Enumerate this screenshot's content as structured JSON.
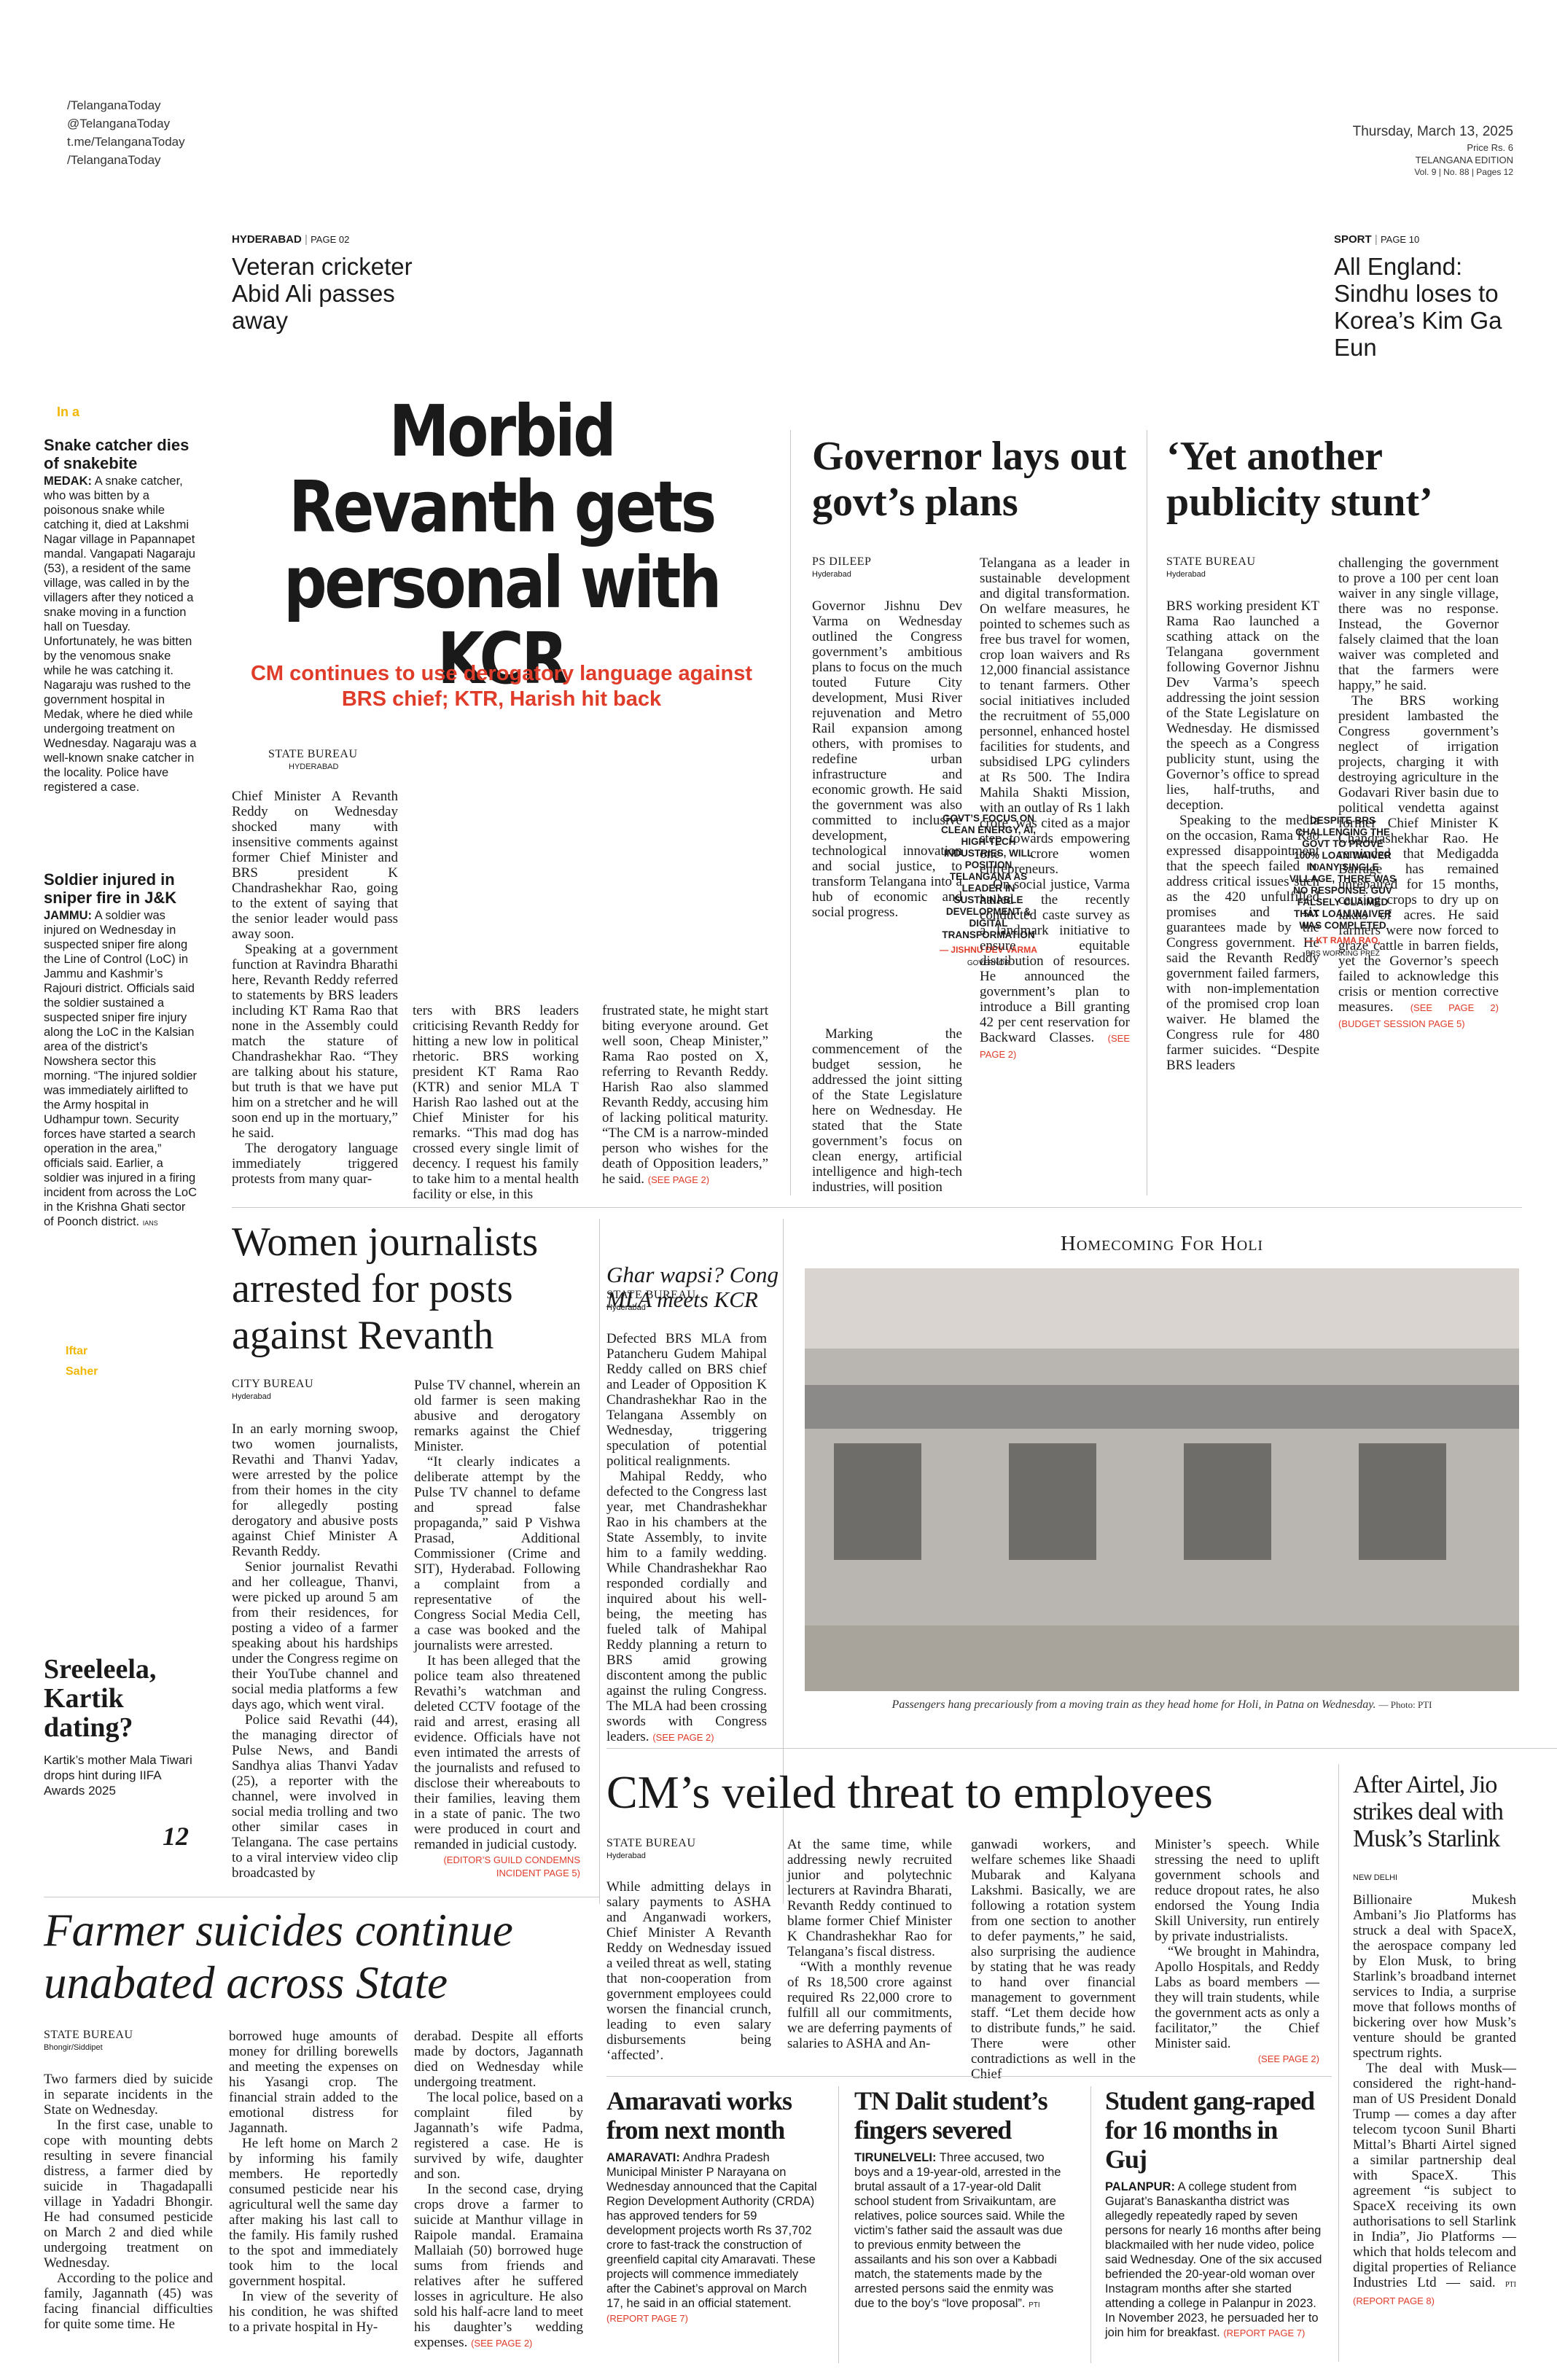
{
  "masthead": {
    "social": [
      "/TelanganaToday",
      "@TelanganaToday",
      "t.me/TelanganaToday",
      "/TelanganaToday"
    ],
    "date": "Thursday, March 13, 2025",
    "price": "Price Rs. 6",
    "edition": "TELANGANA EDITION",
    "volume": "Vol. 9 | No. 88 | Pages 12"
  },
  "teasers": {
    "left": {
      "section": "HYDERABAD",
      "page": "PAGE 02",
      "text": "Veteran cricketer Abid Ali passes away"
    },
    "right": {
      "section": "SPORT",
      "page": "PAGE 10",
      "text": "All England: Sindhu loses to Korea’s Kim Ga Eun"
    }
  },
  "sidebar": {
    "in_a": "In a",
    "items": [
      {
        "headline": "Snake catcher dies of snakebite",
        "dateline": "MEDAK:",
        "text": "A snake catcher, who was bitten by a poisonous snake while catching it, died at Lakshmi Nagar village in Papannapet mandal. Vangapati Nagaraju (53), a resident of the same village, was called in by the villagers after they noticed a snake moving in a function hall on Tuesday. Unfortunately, he was bitten by the venomous snake while he was catching it. Nagaraju was rushed to the government hospital in Medak, where he died while undergoing treatment on Wednesday. Nagaraju was a well-known snake catcher in the locality. Police have registered a case."
      },
      {
        "headline": "Soldier injured in sniper fire in J&K",
        "dateline": "JAMMU:",
        "text": "A soldier was injured on Wednesday in suspected sniper fire along the Line of Control (LoC) in Jammu and Kashmir’s Rajouri district. Officials said the soldier sustained a suspected sniper fire injury along the LoC in the Kalsian area of the district’s Nowshera sector this morning. “The injured soldier was immediately airlifted to the Army hospital in Udhampur town. Security forces have started a search operation in the area,” officials said. Earlier, a soldier was injured in a firing incident from across the LoC in the Krishna Ghati sector of Poonch district.",
        "credit": "IANS"
      }
    ],
    "iftar": [
      "Iftar",
      "Saher"
    ],
    "promo": {
      "headline": "Sreeleela, Kartik dating?",
      "text": "Kartik’s mother Mala Tiwari drops hint during IIFA Awards 2025",
      "page": "12"
    }
  },
  "lead": {
    "headline": "Morbid Revanth gets personal with KCR",
    "subhead": "CM continues to use derogatory language against BRS chief; KTR, Harish hit back",
    "byline": "STATE BUREAU",
    "place": "HYDERABAD",
    "col1": [
      "Chief Minister A Revanth Reddy on Wednesday shocked many with insensitive comments against former Chief Minister and BRS president K Chandrashekhar Rao, going to the extent of saying that the senior leader would pass away soon.",
      "Speaking at a government function at Ravindra Bharathi here, Revanth Reddy referred to statements by BRS leaders including KT Rama Rao that none in the Assembly could match the stature of Chandrashekhar Rao. “They are talking about his stature, but truth is that we have put him on a stretcher and he will soon end up in the mortuary,” he said.",
      "The derogatory language immediately triggered protests from many quar-"
    ],
    "col2": [
      "ters with BRS leaders criticising Revanth Reddy for hitting a new low in political rhetoric. BRS working president KT Rama Rao (KTR) and senior MLA T Harish Rao lashed out at the Chief Minister for his remarks. “This mad dog has crossed every single limit of decency. I request his family to take him to a mental health facility or else, in this"
    ],
    "col3": [
      "frustrated state, he might start biting everyone around. Get well soon, Cheap Minister,” Rama Rao posted on X, referring to Revanth Reddy. Harish Rao also slammed Revanth Reddy, accusing him of lacking political maturity. “The CM is a narrow-minded person who wishes for the death of Opposition leaders,” he said."
    ],
    "see": "(SEE PAGE 2)"
  },
  "governor": {
    "headline": "Governor lays out govt’s plans",
    "byline": "PS DILEEP",
    "place": "Hyderabad",
    "col1a": [
      "Governor Jishnu Dev Varma on Wednesday outlined the Congress government’s ambitious plans to focus on the much touted Future City development, Musi River rejuvenation and Metro Rail expansion among others, with promises to redefine urban infrastructure and economic growth. He said the government was also committed to inclusive development, technological innovation and social justice, to transform Telangana into a hub of economic and social progress."
    ],
    "col1b": [
      "Marking the commencement of the budget session, he addressed the joint sitting of the State Legislature here on Wednesday. He stated that the State government’s focus on clean energy, artificial intelligence and high-tech industries, will position"
    ],
    "pullquote": "GOVT’S FOCUS ON CLEAN ENERGY, AI, HIGH-TECH INDUSTRIES, WILL POSITION TELANGANA AS LEADER IN SUSTAINABLE DEVELOPMENT & DIGITAL TRANSFORMATION",
    "pq_name": "— JISHNU DEV VARMA",
    "pq_title": "GOVERNOR",
    "col2": [
      "Telangana as a leader in sustainable development and digital transformation. On welfare measures, he pointed to schemes such as free bus travel for women, crop loan waivers and Rs 12,000 financial assistance to tenant farmers. Other social initiatives included the recruitment of 55,000 personnel, enhanced hostel facilities for students, and subsidised LPG cylinders at Rs 500. The Indira Mahila Shakti Mission, with an outlay of Rs 1 lakh crore, was cited as a major step towards empowering one crore women entrepreneurs.",
      "On social justice, Varma hailed the recently conducted caste survey as a landmark initiative to ensure equitable distribution of resources. He announced the government’s plan to introduce a Bill granting 42 per cent reservation for Backward Classes."
    ],
    "see": "(SEE PAGE 2)"
  },
  "publicity": {
    "headline": "‘Yet another publicity stunt’",
    "byline": "STATE BUREAU",
    "place": "Hyderabad",
    "col1": [
      "BRS working president KT Rama Rao launched a scathing attack on the Telangana government following Governor Jishnu Dev Varma’s speech addressing the joint session of the State Legislature on Wednesday. He dismissed the speech as a Congress publicity stunt, using the Governor’s office to spread lies, half-truths, and deception.",
      "Speaking to the media on the occasion, Rama Rao expressed disappointment that the speech failed to address critical issues such as the 420 unfulfilled promises and six guarantees made by the Congress government. He said the Revanth Reddy government failed farmers, with non-implementation of the promised crop loan waiver. He blamed the Congress rule for 480 farmer suicides. “Despite BRS leaders"
    ],
    "col2": [
      "challenging the government to prove a 100 per cent loan waiver in any single village, there was no response. Instead, the Governor falsely claimed that the loan waiver was completed and that the farmers were happy,” he said.",
      "The BRS working president lambasted the Congress government’s neglect of irrigation projects, charging it with destroying agriculture in the Godavari River basin due to political vendetta against former Chief Minister K Chandrashekhar Rao. He reminded that Medigadda Barrage has remained unrepaired for 15 months, causing crops to dry up on lakhs of acres. He said farmers were now forced to graze cattle in barren fields, yet the Governor’s speech failed to acknowledge this crisis or mention corrective measures."
    ],
    "pullquote": "DESPITE BRS CHALLENGING THE GOVT TO PROVE 100% LOAN WAIVER IN ANY SINGLE VILLAGE, THERE WAS NO RESPONSE. GUV FALSELY CLAIMED THAT LOAN WAIVER WAS COMPLETED",
    "pq_name": "— KT RAMA RAO,",
    "pq_title": "BRS WORKING PREZ",
    "see": "(SEE PAGE 2)",
    "see2": "(BUDGET SESSION PAGE 5)"
  },
  "homecoming": {
    "title": "Homecoming For Holi",
    "caption": "Passengers hang precariously from a moving train as they head home for Holi, in Patna on Wednesday.",
    "credit": "— Photo: PTI"
  },
  "journalists": {
    "headline": "Women journalists arrested for posts against Revanth",
    "byline": "CITY BUREAU",
    "place": "Hyderabad",
    "col1": [
      "In an early morning swoop, two women journalists, Revathi and Thanvi Yadav, were arrested by the police from their homes in the city for allegedly posting derogatory and abusive posts against Chief Minister A Revanth Reddy.",
      "Senior journalist Revathi and her colleague, Thanvi, were picked up around 5 am from their residences, for posting a video of a farmer speaking about his hardships under the Congress regime on their YouTube channel and social media platforms a few days ago, which went viral.",
      "Police said Revathi (44), the managing director of Pulse News, and Bandi Sandhya alias Thanvi Yadav (25), a reporter with the channel, were involved in social media trolling and two other similar cases in Telangana. The case pertains to a viral interview video clip broadcasted by"
    ],
    "col2": [
      "Pulse TV channel, wherein an old farmer is seen making abusive and derogatory remarks against the Chief Minister.",
      "“It clearly indicates a deliberate attempt by the Pulse TV channel to defame and spread false propaganda,” said P Vishwa Prasad, Additional Commissioner (Crime and SIT), Hyderabad. Following a complaint from a representative of the Congress Social Media Cell, a case was booked and the journalists were arrested.",
      "It has been alleged that the police team also threatened Revathi’s watchman and deleted CCTV footage of the raid and arrest, erasing all evidence. Officials have not even intimated the arrests of the journalists and refused to disclose their whereabouts to their families, leaving them in a state of panic. The two were produced in court and remanded in judicial custody."
    ],
    "see": "(EDITOR’S GUILD CONDEMNS INCIDENT PAGE 5)"
  },
  "gharwapsi": {
    "headline": "Ghar wapsi? Cong MLA meets KCR",
    "byline": "STATE BUREAU",
    "place": "Hyderabad",
    "text": [
      "Defected BRS MLA from Patancheru Gudem Mahipal Reddy called on BRS chief and Leader of Opposition K Chandrashekhar Rao in the Telangana Assembly on Wednesday, triggering speculation of potential political realignments.",
      "Mahipal Reddy, who defected to the Congress last year, met Chandrashekhar Rao in his chambers at the State Assembly, to invite him to a family wedding. While Chandrashekhar Rao responded cordially and inquired about his well-being, the meeting has fueled talk of Mahipal Reddy planning a return to BRS amid growing discontent among the public against the ruling Congress. The MLA had been crossing swords with Congress leaders."
    ],
    "see": "(SEE PAGE 2)"
  },
  "threat": {
    "headline": "CM’s veiled threat to employees",
    "byline": "STATE BUREAU",
    "place": "Hyderabad",
    "col1": [
      "While admitting delays in salary payments to ASHA and Anganwadi workers, Chief Minister A Revanth Reddy on Wednesday issued a veiled threat as well, stating that non-cooperation from government employees could worsen the financial crunch, leading to even salary disbursements being ‘affected’."
    ],
    "col2": [
      "At the same time, while addressing newly recruited junior and polytechnic lecturers at Ravindra Bharati, Revanth Reddy continued to blame former Chief Minister K Chandrashekhar Rao for Telangana’s fiscal distress.",
      "“With a monthly revenue of Rs 18,500 crore against required Rs 22,000 crore to fulfill all our commitments, we are deferring payments of salaries to ASHA and An-"
    ],
    "col3": [
      "ganwadi workers, and welfare schemes like Shaadi Mubarak and Kalyana Lakshmi. Basically, we are following a rotation system from one section to another to defer payments,” he said, also surprising the audience by stating that he was ready to hand over financial management to government staff. “Let them decide how to distribute funds,” he said. There were other contradictions as well in the Chief"
    ],
    "col4": [
      "Minister’s speech. While stressing the need to uplift government schools and reduce dropout rates, he also endorsed the Young India Skill University, run entirely by private industrialists.",
      "“We brought in Mahindra, Apollo Hospitals, and Reddy Labs as board members — they will train students, while the government acts as only a facilitator,” the Chief Minister said."
    ],
    "see": "(SEE PAGE 2)"
  },
  "farmer": {
    "headline": "Farmer suicides continue unabated across State",
    "byline": "STATE BUREAU",
    "place": "Bhongir/Siddipet",
    "col1": [
      "Two farmers died by suicide in separate incidents in the State on Wednesday.",
      "In the first case, unable to cope with mounting debts resulting in severe financial distress, a farmer died by suicide in Thagadapalli village in Yadadri Bhongir. He had consumed pesticide on March 2 and died while undergoing treatment on Wednesday.",
      "According to the police and family, Jagannath (45) was facing financial difficulties for quite some time. He"
    ],
    "col2": [
      "borrowed huge amounts of money for drilling borewells and meeting the expenses on his Yasangi crop. The financial strain added to the emotional distress for Jagannath.",
      "He left home on March 2 by informing his family members. He reportedly consumed pesticide near his agricultural well the same day after making his last call to the family. His family rushed to the spot and immediately took him to the local government hospital.",
      "In view of the severity of his condition, he was shifted to a private hospital in Hy-"
    ],
    "col3": [
      "derabad. Despite all efforts made by doctors, Jagannath died on Wednesday while undergoing treatment.",
      "The local police, based on a complaint filed by Jagannath’s wife Padma, registered a case. He is survived by wife, daughter and son.",
      "In the second case, drying crops drove a farmer to suicide at Manthur village in Raipole mandal. Eramaina Mallaiah (50) borrowed huge sums from friends and relatives after he suffered losses in agriculture. He also sold his half-acre land to meet his daughter’s wedding expenses."
    ],
    "see": "(SEE PAGE 2)"
  },
  "amaravati": {
    "headline": "Amaravati works from next month",
    "dateline": "AMARAVATI:",
    "text": "Andhra Pradesh Municipal Minister P Narayana on Wednesday announced that the Capital Region Development Authority (CRDA) has approved tenders for 59 development projects worth Rs 37,702 crore to fast-track the construction of greenfield capital city Amaravati. These projects will commence immediately after the Cabinet’s approval on March 17, he said in an official statement.",
    "see": "(REPORT PAGE 7)"
  },
  "dalit": {
    "headline": "TN Dalit student’s fingers severed",
    "dateline": "TIRUNELVELI:",
    "text": "Three accused, two boys and a 19-year-old, arrested in the brutal assault of a 17-year-old Dalit school student from Srivaikuntam, are relatives, police sources said. While the victim’s father said the assault was due to previous enmity between the assailants and his son over a Kabbadi match, the statements made by the arrested persons said the enmity was due to the boy’s “love proposal”.",
    "credit": "PTI"
  },
  "gangrape": {
    "headline": "Student gang-raped for 16 months in Guj",
    "dateline": "PALANPUR:",
    "text": "A college student from Gujarat’s Banaskantha district was allegedly repeatedly raped by seven persons for nearly 16 months after being blackmailed with her nude video, police said Wednesday. One of the six accused befriended the 20-year-old woman over Instagram months after she started attending a college in Palanpur in 2023. In November 2023, he persuaded her to join him for breakfast.",
    "see": "(REPORT PAGE 7)"
  },
  "airtel": {
    "headline": "After Airtel, Jio strikes deal with Musk’s Starlink",
    "place": "NEW DELHI",
    "text": [
      "Billionaire Mukesh Ambani’s Jio Platforms has struck a deal with SpaceX, the aerospace company led by Elon Musk, to bring Starlink’s broadband internet services to India, a surprise move that follows months of bickering over how Musk’s venture should be granted spectrum rights.",
      "The deal with Musk—considered the right-hand-man of US President Donald Trump — comes a day after telecom tycoon Sunil Bharti Mittal’s Bharti Airtel signed a similar partnership deal with SpaceX. This agreement “is subject to SpaceX receiving its own authorisations to sell Starlink in India”, Jio Platforms — which that holds telecom and digital properties of Reliance Industries Ltd — said."
    ],
    "credit": "PTI",
    "see": "(REPORT PAGE 8)"
  },
  "colors": {
    "accent_red": "#e03c2a",
    "accent_yellow": "#f2b705"
  }
}
